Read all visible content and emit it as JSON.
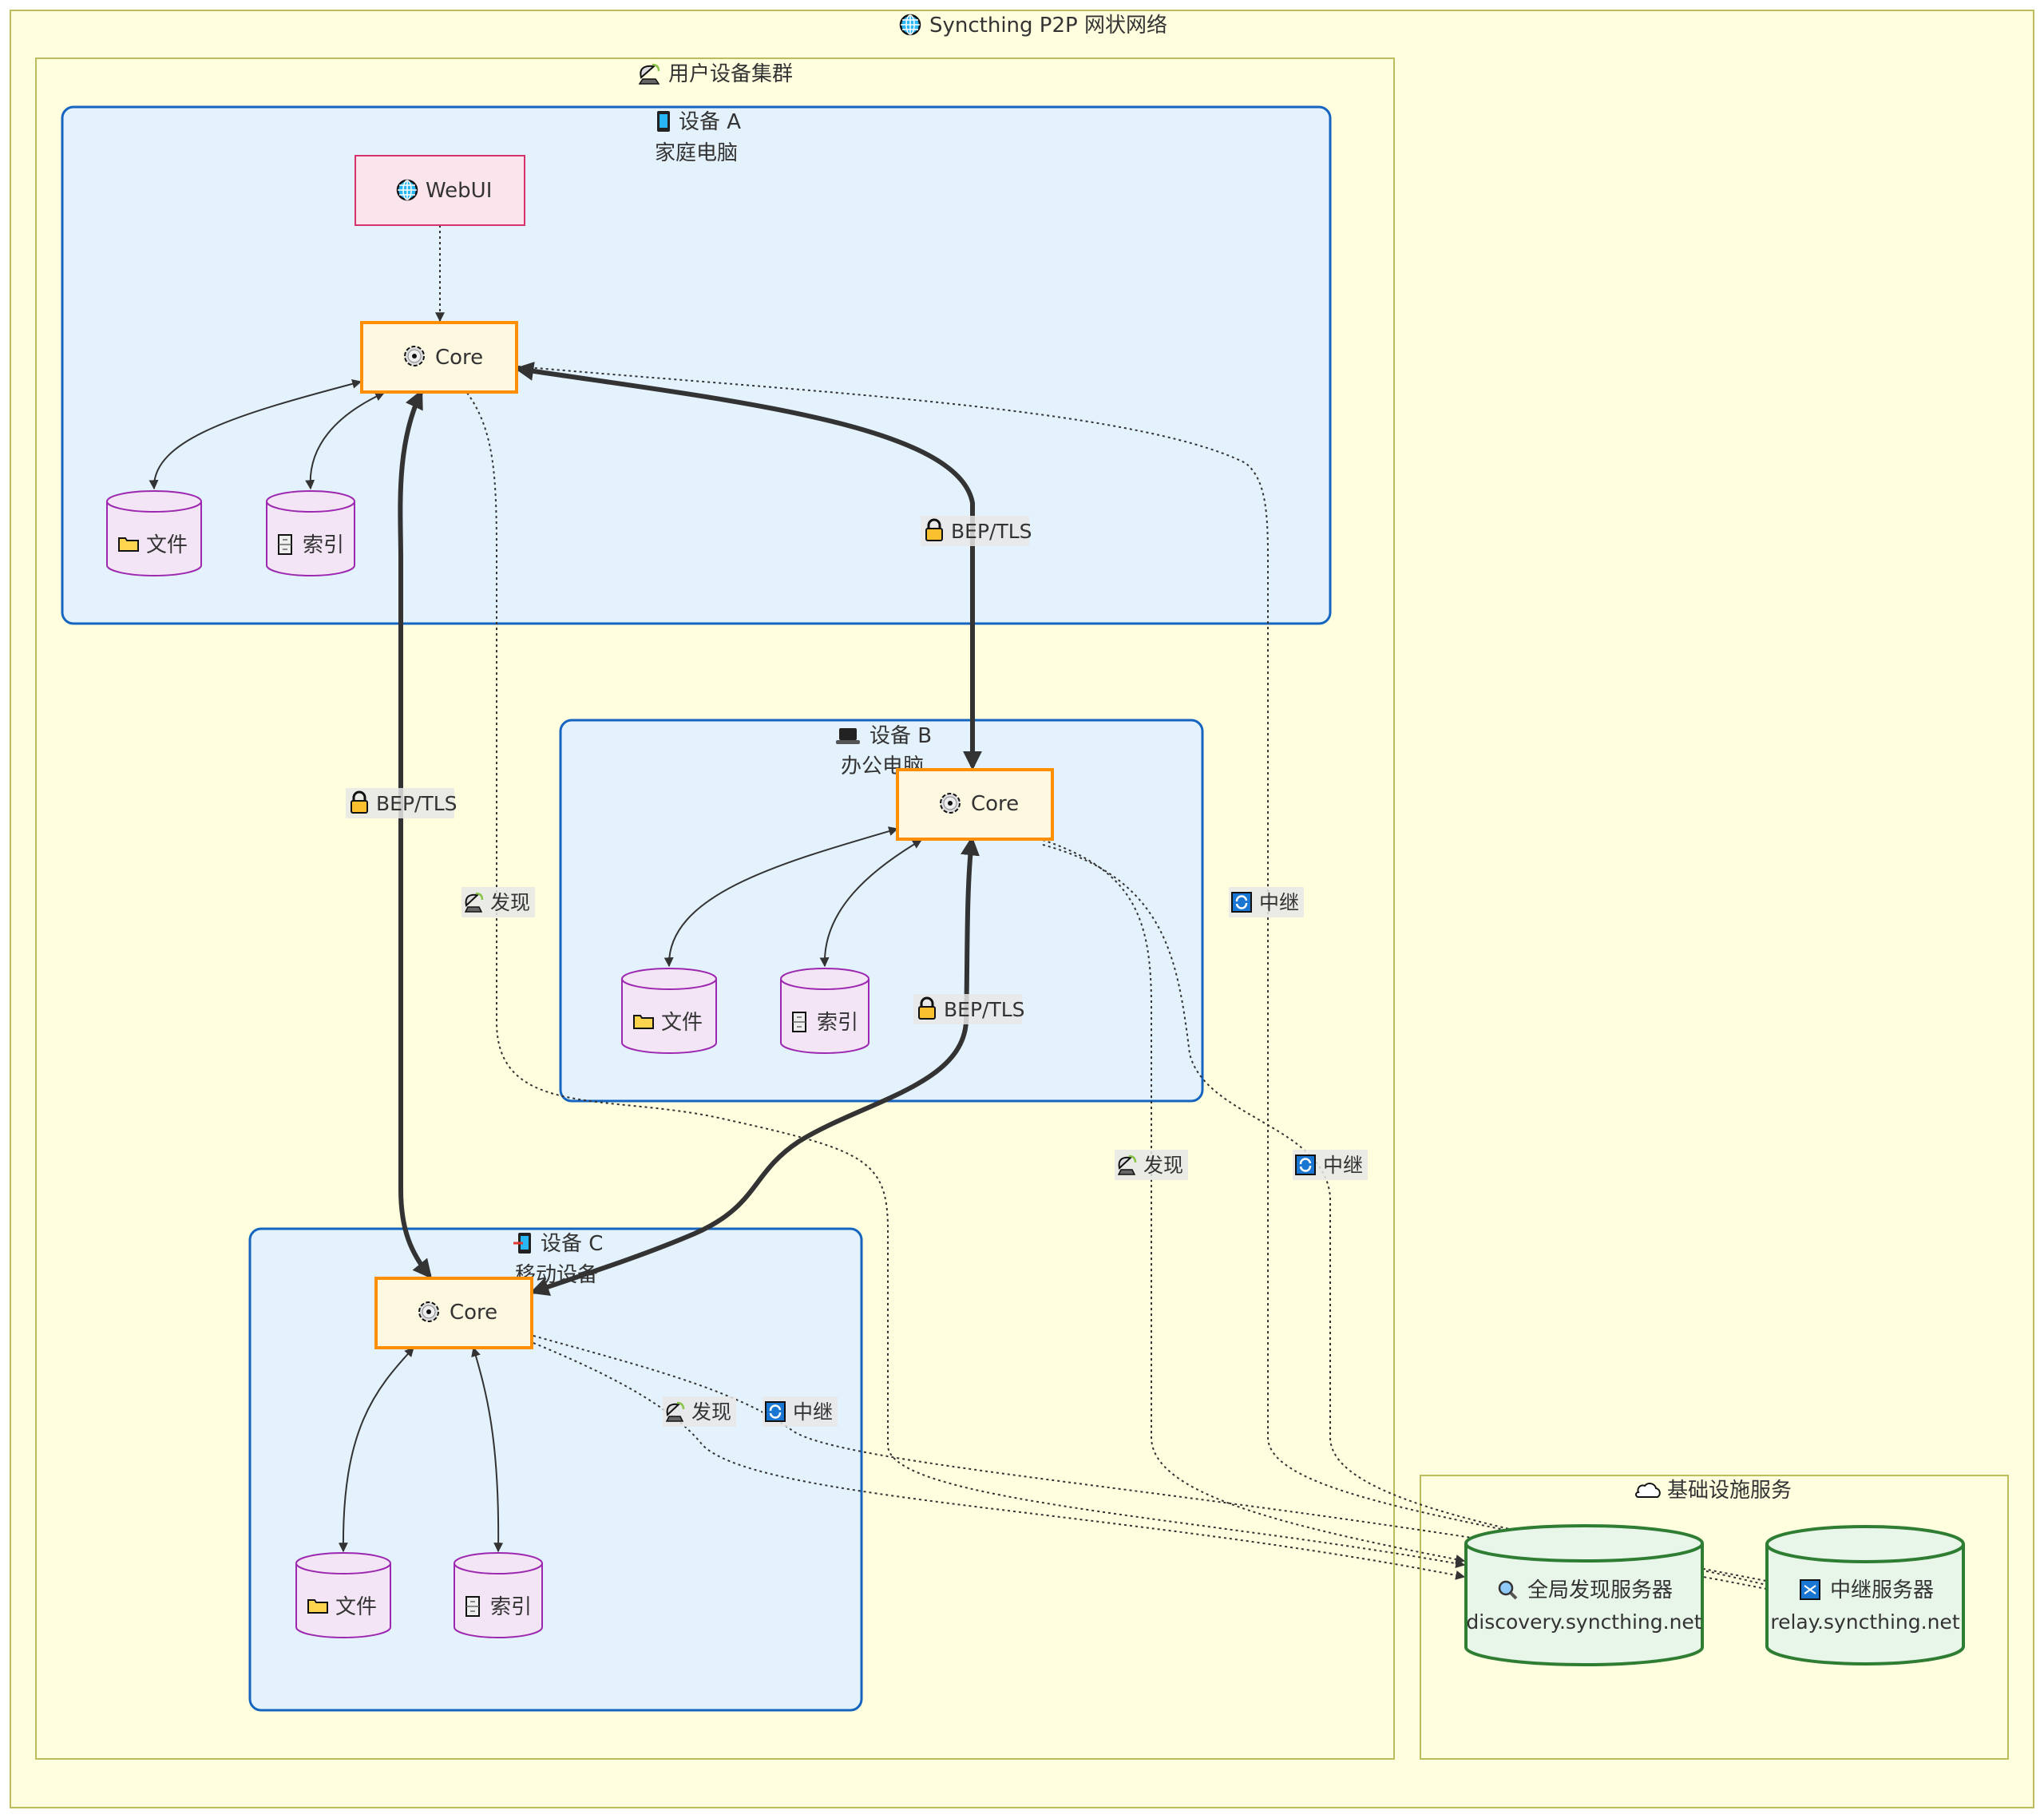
{
  "diagram": {
    "title": "Syncthing P2P 网状网络",
    "title_icon": "globe-icon",
    "groups": {
      "user_cluster": {
        "label": "用户设备集群",
        "icon": "satellite-dish-icon"
      },
      "infra": {
        "label": "基础设施服务",
        "icon": "cloud-icon"
      }
    },
    "devices": {
      "a": {
        "title": "设备 A",
        "subtitle": "家庭电脑",
        "icon": "mobile-phone-icon"
      },
      "b": {
        "title": "设备 B",
        "subtitle": "办公电脑",
        "icon": "laptop-icon"
      },
      "c": {
        "title": "设备 C",
        "subtitle": "移动设备",
        "icon": "mobile-phone-arrow-icon"
      }
    },
    "nodes": {
      "webui": {
        "label": "WebUI",
        "icon": "globe-icon"
      },
      "core": {
        "label": "Core",
        "icon": "gear-icon"
      },
      "files": {
        "label": "文件",
        "icon": "folder-icon"
      },
      "index": {
        "label": "索引",
        "icon": "file-cabinet-icon"
      },
      "discovery": {
        "label": "全局发现服务器",
        "sub": "discovery.syncthing.net",
        "icon": "magnifier-icon"
      },
      "relay": {
        "label": "中继服务器",
        "sub": "relay.syncthing.net",
        "icon": "shuffle-icon"
      }
    },
    "edge_labels": {
      "bep": "BEP/TLS",
      "discover": "发现",
      "relay": "中继"
    },
    "colors": {
      "canvas_bg": "#fffede",
      "cluster_border": "#bcbc5a",
      "device_fill": "#e3f2fd",
      "device_border": "#1565c0",
      "core_fill": "#fff8e1",
      "core_border": "#ff8f00",
      "webui_fill": "#fce4ec",
      "webui_border": "#d6336c",
      "store_fill": "#f3e5f5",
      "store_border": "#9c27b0",
      "server_fill": "#e8f5e9",
      "server_border": "#2e7d32"
    }
  }
}
